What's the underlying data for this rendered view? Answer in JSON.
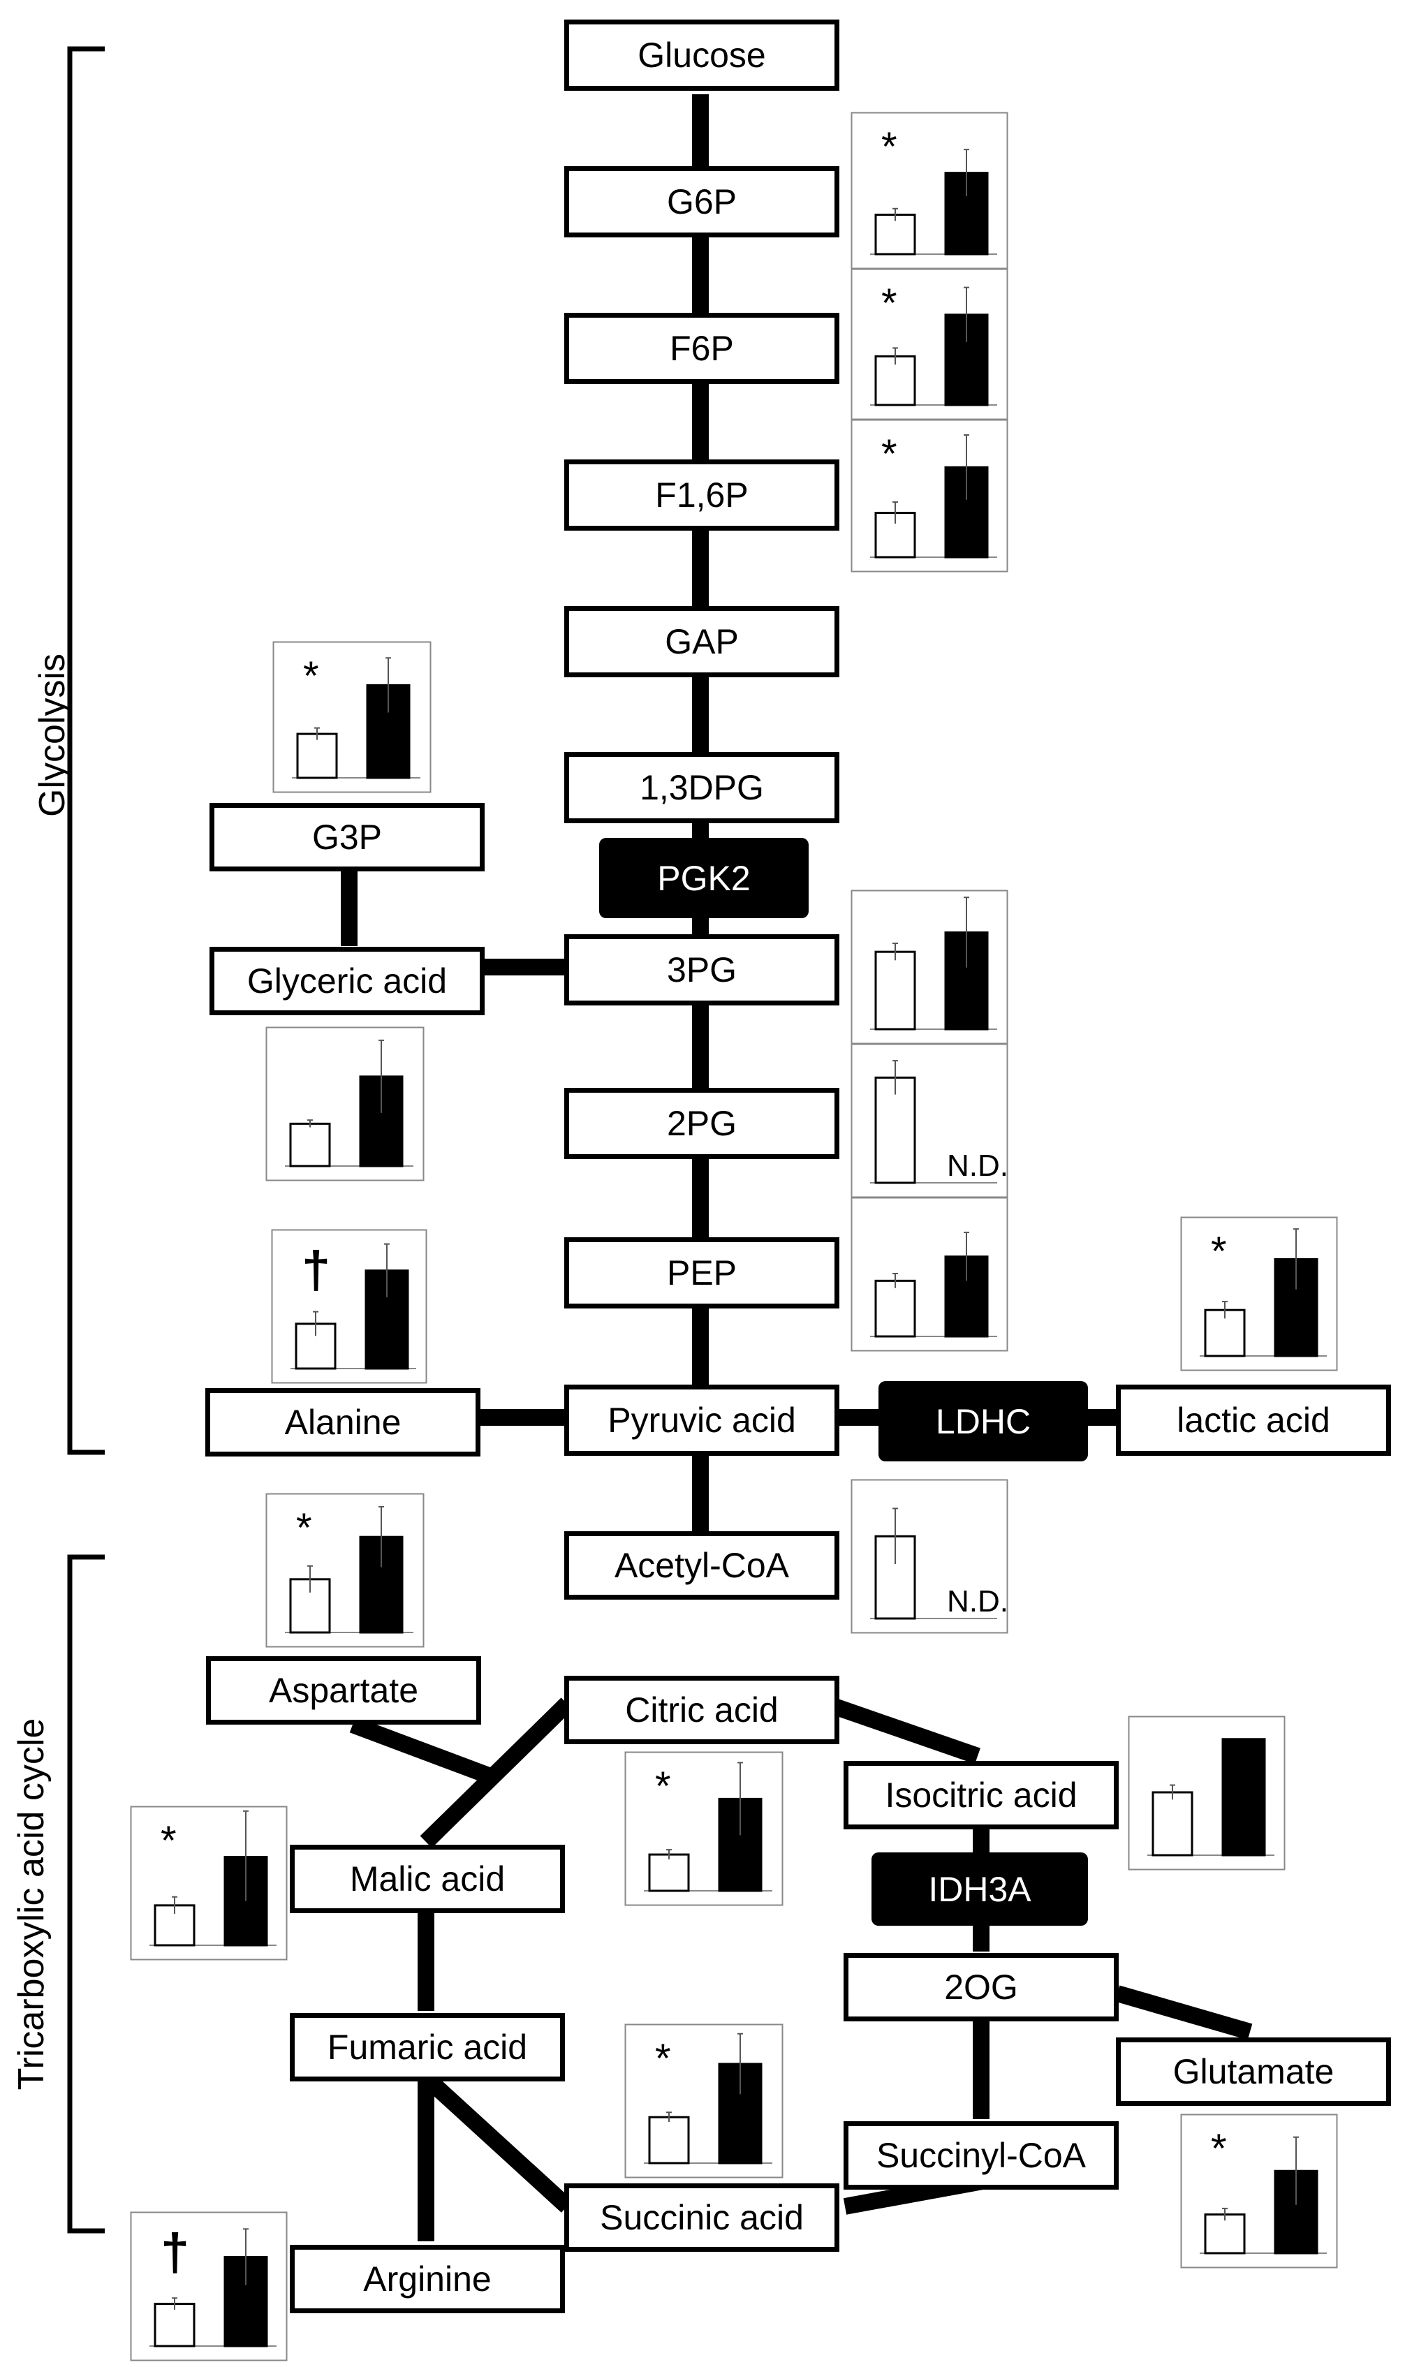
{
  "sections": {
    "glycolysis": "Glycolysis",
    "tca": "Tricarboxylic acid cycle"
  },
  "metabolites": {
    "glucose": "Glucose",
    "g6p": "G6P",
    "f6p": "F6P",
    "f16p": "F1,6P",
    "gap": "GAP",
    "dpg13": "1,3DPG",
    "pg3": "3PG",
    "pg2": "2PG",
    "pep": "PEP",
    "pyruvic_acid": "Pyruvic acid",
    "g3p": "G3P",
    "glyceric_acid": "Glyceric acid",
    "alanine": "Alanine",
    "lactic_acid": "lactic acid",
    "acetyl_coa": "Acetyl-CoA",
    "aspartate": "Aspartate",
    "citric_acid": "Citric acid",
    "isocitric_acid": "Isocitric acid",
    "malic_acid": "Malic acid",
    "og2": "2OG",
    "fumaric_acid": "Fumaric acid",
    "glutamate": "Glutamate",
    "succinyl_coa": "Succinyl-CoA",
    "succinic_acid": "Succinic acid",
    "arginine": "Arginine"
  },
  "enzymes": {
    "pgk2": "PGK2",
    "ldhc": "LDHC",
    "idh3a": "IDH3A"
  },
  "colors": {
    "line": "#000000",
    "enzyme_fill": "#000000",
    "enzyme_text": "#ffffff",
    "bar_open": "#ffffff",
    "bar_filled": "#000000",
    "inset_frame": "#888888",
    "error_bar": "#555555"
  },
  "chart_data": [
    {
      "type": "bar",
      "metabolite": "G6P",
      "categories": [
        "open",
        "filled"
      ],
      "values": [
        0.32,
        0.66
      ],
      "errors": [
        0.05,
        0.19
      ],
      "ylim": [
        0,
        1
      ],
      "mark": "*",
      "note": ""
    },
    {
      "type": "bar",
      "metabolite": "F6P",
      "categories": [
        "open",
        "filled"
      ],
      "values": [
        0.41,
        0.76
      ],
      "errors": [
        0.07,
        0.23
      ],
      "ylim": [
        0,
        1
      ],
      "mark": "*",
      "note": ""
    },
    {
      "type": "bar",
      "metabolite": "F1,6P",
      "categories": [
        "open",
        "filled"
      ],
      "values": [
        0.37,
        0.75
      ],
      "errors": [
        0.09,
        0.27
      ],
      "ylim": [
        0,
        1
      ],
      "mark": "*",
      "note": ""
    },
    {
      "type": "bar",
      "metabolite": "G3P",
      "categories": [
        "open",
        "filled"
      ],
      "values": [
        0.37,
        0.78
      ],
      "errors": [
        0.05,
        0.23
      ],
      "ylim": [
        0,
        1
      ],
      "mark": "*",
      "note": ""
    },
    {
      "type": "bar",
      "metabolite": "3PG",
      "categories": [
        "open",
        "filled"
      ],
      "values": [
        0.64,
        0.8
      ],
      "errors": [
        0.07,
        0.29
      ],
      "ylim": [
        0,
        1
      ],
      "mark": "",
      "note": ""
    },
    {
      "type": "bar",
      "metabolite": "Glyceric acid",
      "categories": [
        "open",
        "filled"
      ],
      "values": [
        0.35,
        0.74
      ],
      "errors": [
        0.03,
        0.3
      ],
      "ylim": [
        0,
        1
      ],
      "mark": "",
      "note": ""
    },
    {
      "type": "bar",
      "metabolite": "2PG",
      "categories": [
        "open",
        "filled"
      ],
      "values": [
        0.87,
        null
      ],
      "errors": [
        0.14,
        null
      ],
      "ylim": [
        0,
        1
      ],
      "mark": "",
      "note": "N.D."
    },
    {
      "type": "bar",
      "metabolite": "PEP",
      "categories": [
        "open",
        "filled"
      ],
      "values": [
        0.46,
        0.66
      ],
      "errors": [
        0.06,
        0.2
      ],
      "ylim": [
        0,
        1
      ],
      "mark": "",
      "note": ""
    },
    {
      "type": "bar",
      "metabolite": "Alanine",
      "categories": [
        "open",
        "filled"
      ],
      "values": [
        0.37,
        0.81
      ],
      "errors": [
        0.1,
        0.22
      ],
      "ylim": [
        0,
        1
      ],
      "mark": "†",
      "note": ""
    },
    {
      "type": "bar",
      "metabolite": "lactic acid",
      "categories": [
        "open",
        "filled"
      ],
      "values": [
        0.38,
        0.8
      ],
      "errors": [
        0.07,
        0.25
      ],
      "ylim": [
        0,
        1
      ],
      "mark": "*",
      "note": ""
    },
    {
      "type": "bar",
      "metabolite": "Acetyl-CoA",
      "categories": [
        "open",
        "filled"
      ],
      "values": [
        0.68,
        null
      ],
      "errors": [
        0.23,
        null
      ],
      "ylim": [
        0,
        1
      ],
      "mark": "",
      "note": "N.D."
    },
    {
      "type": "bar",
      "metabolite": "Aspartate",
      "categories": [
        "open",
        "filled"
      ],
      "values": [
        0.44,
        0.79
      ],
      "errors": [
        0.11,
        0.25
      ],
      "ylim": [
        0,
        1
      ],
      "mark": "*",
      "note": ""
    },
    {
      "type": "bar",
      "metabolite": "Citric acid",
      "categories": [
        "open",
        "filled"
      ],
      "values": [
        0.3,
        0.76
      ],
      "errors": [
        0.04,
        0.3
      ],
      "ylim": [
        0,
        1
      ],
      "mark": "*",
      "note": ""
    },
    {
      "type": "bar",
      "metabolite": "Isocitric acid",
      "categories": [
        "open",
        "filled"
      ],
      "values": [
        0.52,
        0.96
      ],
      "errors": [
        0.06,
        0.0
      ],
      "ylim": [
        0,
        1
      ],
      "mark": "",
      "note": ""
    },
    {
      "type": "bar",
      "metabolite": "Malic acid",
      "categories": [
        "open",
        "filled"
      ],
      "values": [
        0.33,
        0.73
      ],
      "errors": [
        0.07,
        0.38
      ],
      "ylim": [
        0,
        1
      ],
      "mark": "*",
      "note": ""
    },
    {
      "type": "bar",
      "metabolite": "Succinic acid",
      "categories": [
        "open",
        "filled"
      ],
      "values": [
        0.38,
        0.82
      ],
      "errors": [
        0.04,
        0.25
      ],
      "ylim": [
        0,
        1
      ],
      "mark": "*",
      "note": ""
    },
    {
      "type": "bar",
      "metabolite": "Glutamate",
      "categories": [
        "open",
        "filled"
      ],
      "values": [
        0.32,
        0.68
      ],
      "errors": [
        0.05,
        0.28
      ],
      "ylim": [
        0,
        1
      ],
      "mark": "*",
      "note": ""
    },
    {
      "type": "bar",
      "metabolite": "Arginine",
      "categories": [
        "open",
        "filled"
      ],
      "values": [
        0.36,
        0.76
      ],
      "errors": [
        0.05,
        0.24
      ],
      "ylim": [
        0,
        1
      ],
      "mark": "†",
      "note": ""
    }
  ]
}
